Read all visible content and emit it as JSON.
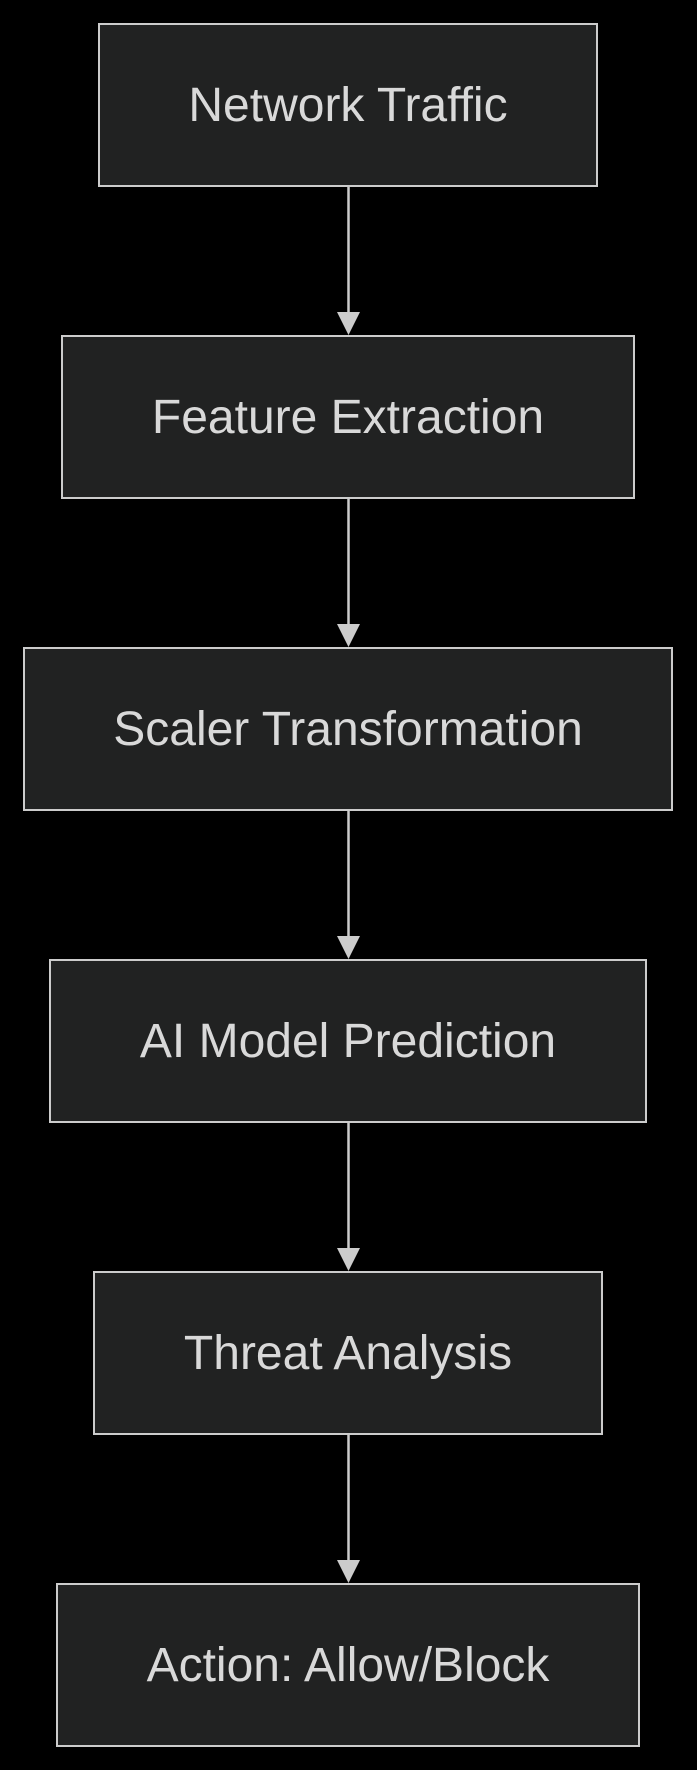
{
  "diagram": {
    "direction": "top-to-bottom",
    "colors": {
      "background": "#000000",
      "node_fill": "#212222",
      "node_border": "#cccccc",
      "text": "#d9d9d9",
      "edge": "#cccccc"
    },
    "nodes": [
      {
        "id": "network-traffic",
        "label": "Network Traffic"
      },
      {
        "id": "feature-extraction",
        "label": "Feature Extraction"
      },
      {
        "id": "scaler-transformation",
        "label": "Scaler Transformation"
      },
      {
        "id": "ai-model-prediction",
        "label": "AI Model Prediction"
      },
      {
        "id": "threat-analysis",
        "label": "Threat Analysis"
      },
      {
        "id": "action-allow-block",
        "label": "Action: Allow/Block"
      }
    ],
    "edges": [
      {
        "from": "network-traffic",
        "to": "feature-extraction"
      },
      {
        "from": "feature-extraction",
        "to": "scaler-transformation"
      },
      {
        "from": "scaler-transformation",
        "to": "ai-model-prediction"
      },
      {
        "from": "ai-model-prediction",
        "to": "threat-analysis"
      },
      {
        "from": "threat-analysis",
        "to": "action-allow-block"
      }
    ]
  }
}
